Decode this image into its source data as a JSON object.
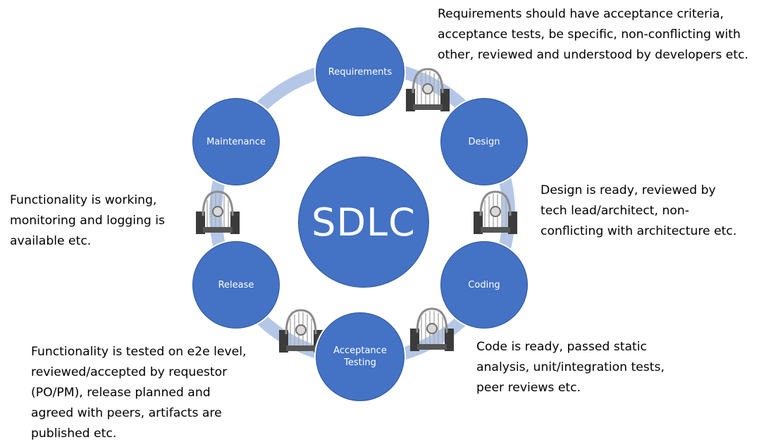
{
  "center": {
    "label": "SDLC"
  },
  "stages": [
    {
      "id": "requirements",
      "label": "Requirements"
    },
    {
      "id": "design",
      "label": "Design"
    },
    {
      "id": "coding",
      "label": "Coding"
    },
    {
      "id": "acceptance",
      "label": "Acceptance\nTesting"
    },
    {
      "id": "release",
      "label": "Release"
    },
    {
      "id": "maintenance",
      "label": "Maintenance"
    }
  ],
  "notes": {
    "requirements": "Requirements should have acceptance criteria,\nacceptance tests, be specific, non-conflicting with\nother, reviewed and understood by developers etc.",
    "design": "Design is ready, reviewed by\ntech lead/architect, non-\nconflicting with architecture etc.",
    "coding": "Code is ready, passed static\nanalysis, unit/integration tests,\npeer reviews etc.",
    "acceptance": "Functionality is tested on e2e level,\nreviewed/accepted by requestor\n(PO/PM), release planned and\nagreed with peers, artifacts are\npublished etc.",
    "release": "Functionality is working,\nmonitoring and logging is\navailable etc."
  },
  "colors": {
    "stage_fill": "#4472c4",
    "ring": "#b4c7e7",
    "text": "#000000"
  },
  "icons": {
    "gate": "gate-icon"
  }
}
